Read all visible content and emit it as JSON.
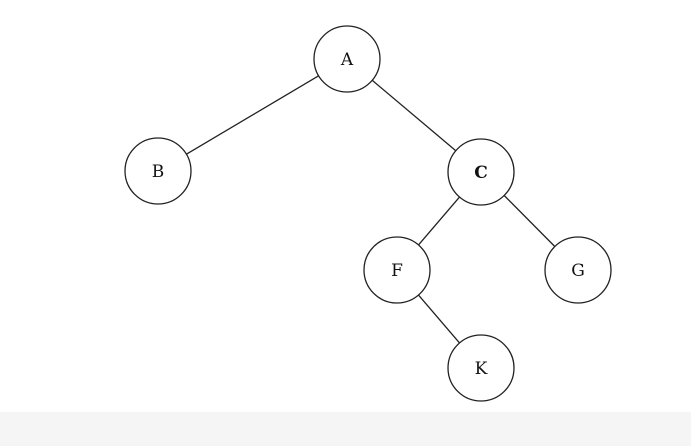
{
  "diagram": {
    "nodes": [
      {
        "id": "A",
        "label": "A",
        "bold": false
      },
      {
        "id": "B",
        "label": "B",
        "bold": false
      },
      {
        "id": "C",
        "label": "C",
        "bold": true
      },
      {
        "id": "F",
        "label": "F",
        "bold": false
      },
      {
        "id": "G",
        "label": "G",
        "bold": false
      },
      {
        "id": "K",
        "label": "K",
        "bold": false
      }
    ],
    "edges": [
      {
        "from": "A",
        "to": "B"
      },
      {
        "from": "A",
        "to": "C"
      },
      {
        "from": "C",
        "to": "F"
      },
      {
        "from": "C",
        "to": "G"
      },
      {
        "from": "F",
        "to": "K"
      }
    ]
  }
}
